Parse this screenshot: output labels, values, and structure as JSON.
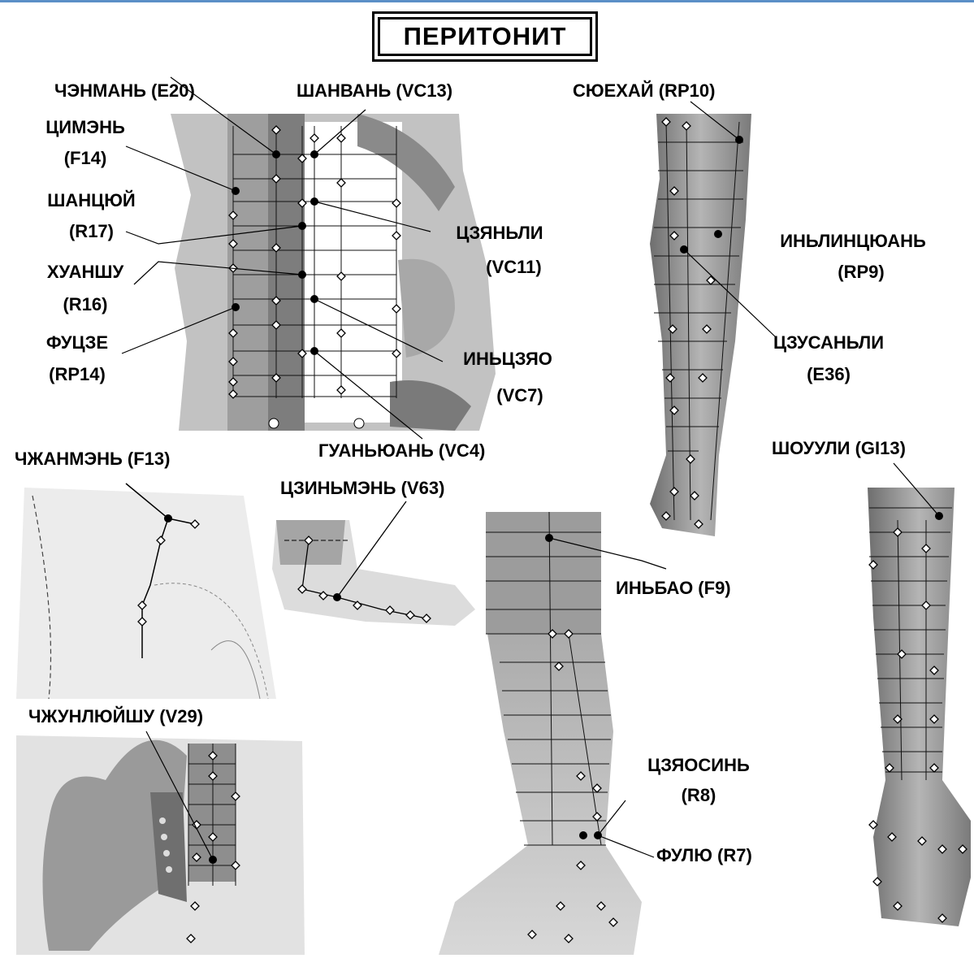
{
  "title": "ПЕРИТОНИТ",
  "labels": {
    "e20": "ЧЭНМАНЬ (E20)",
    "vc13": "ШАНВАНЬ (VC13)",
    "rp10": "СЮЕХАЙ (RP10)",
    "f14_a": "ЦИМЭНЬ",
    "f14_b": "(F14)",
    "r17_a": "ШАНЦЮЙ",
    "r17_b": "(R17)",
    "vc11_a": "ЦЗЯНЬЛИ",
    "vc11_b": "(VC11)",
    "rp9_a": "ИНЬЛИНЦЮАНЬ",
    "rp9_b": "(RP9)",
    "r16_a": "ХУАНШУ",
    "r16_b": "(R16)",
    "rp14_a": "ФУЦЗЕ",
    "rp14_b": "(RP14)",
    "e36_a": "ЦЗУСАНЬЛИ",
    "e36_b": "(E36)",
    "vc7_a": "ИНЬЦЗЯО",
    "vc7_b": "(VC7)",
    "vc4": "ГУАНЬЮАНЬ (VC4)",
    "f13": "ЧЖАНМЭНЬ (F13)",
    "v63": "ЦЗИНЬМЭНЬ (V63)",
    "gi13": "ШОУУЛИ (GI13)",
    "f9": "ИНЬБАО (F9)",
    "v29": "ЧЖУНЛЮЙШУ (V29)",
    "r8_a": "ЦЗЯОСИНЬ",
    "r8_b": "(R8)",
    "r7": "ФУЛЮ (R7)"
  },
  "colors": {
    "header_line": "#5b8fc7",
    "skin_dark": "#8c8c8c",
    "skin_light": "#cfcfcf",
    "ink": "#000000"
  }
}
